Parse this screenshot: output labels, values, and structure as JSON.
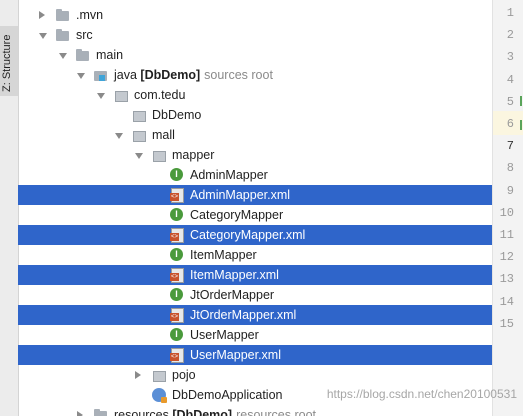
{
  "side_tab": {
    "label": "Z: Structure"
  },
  "tree": {
    "rows": [
      {
        "label": ".mvn",
        "hint": "",
        "icon": "folder",
        "arrow": "right",
        "selected": false
      },
      {
        "label": "src",
        "hint": "",
        "icon": "folder",
        "arrow": "down",
        "selected": false
      },
      {
        "label": "main",
        "hint": "",
        "icon": "folder",
        "arrow": "down",
        "selected": false
      },
      {
        "label": "java",
        "bold": "[DbDemo]",
        "hint": "sources root",
        "icon": "srcfolder",
        "arrow": "down",
        "selected": false
      },
      {
        "label": "com.tedu",
        "hint": "",
        "icon": "package",
        "arrow": "down",
        "selected": false
      },
      {
        "label": "DbDemo",
        "hint": "",
        "icon": "package",
        "arrow": "",
        "selected": false
      },
      {
        "label": "mall",
        "hint": "",
        "icon": "package",
        "arrow": "down",
        "selected": false
      },
      {
        "label": "mapper",
        "hint": "",
        "icon": "package",
        "arrow": "down",
        "selected": false
      },
      {
        "label": "AdminMapper",
        "hint": "",
        "icon": "interface",
        "arrow": "",
        "selected": false
      },
      {
        "label": "AdminMapper.xml",
        "hint": "",
        "icon": "xml",
        "arrow": "",
        "selected": true
      },
      {
        "label": "CategoryMapper",
        "hint": "",
        "icon": "interface",
        "arrow": "",
        "selected": false
      },
      {
        "label": "CategoryMapper.xml",
        "hint": "",
        "icon": "xml",
        "arrow": "",
        "selected": true
      },
      {
        "label": "ItemMapper",
        "hint": "",
        "icon": "interface",
        "arrow": "",
        "selected": false
      },
      {
        "label": "ItemMapper.xml",
        "hint": "",
        "icon": "xml",
        "arrow": "",
        "selected": true
      },
      {
        "label": "JtOrderMapper",
        "hint": "",
        "icon": "interface",
        "arrow": "",
        "selected": false
      },
      {
        "label": "JtOrderMapper.xml",
        "hint": "",
        "icon": "xml",
        "arrow": "",
        "selected": true
      },
      {
        "label": "UserMapper",
        "hint": "",
        "icon": "interface",
        "arrow": "",
        "selected": false
      },
      {
        "label": "UserMapper.xml",
        "hint": "",
        "icon": "xml",
        "arrow": "",
        "selected": true
      },
      {
        "label": "pojo",
        "hint": "",
        "icon": "package",
        "arrow": "right",
        "selected": false
      },
      {
        "label": "DbDemoApplication",
        "hint": "",
        "icon": "app",
        "arrow": "",
        "selected": false
      },
      {
        "label": "resources",
        "bold": "[DbDemo]",
        "hint": "resources root",
        "icon": "folder",
        "arrow": "right",
        "selected": false
      }
    ],
    "interface_glyph": "I"
  },
  "gutter": {
    "lines": [
      "1",
      "2",
      "3",
      "4",
      "5",
      "6",
      "7",
      "8",
      "9",
      "10",
      "11",
      "12",
      "13",
      "14",
      "15"
    ],
    "current": "7"
  },
  "watermark": "https://blog.csdn.net/chen20100531"
}
